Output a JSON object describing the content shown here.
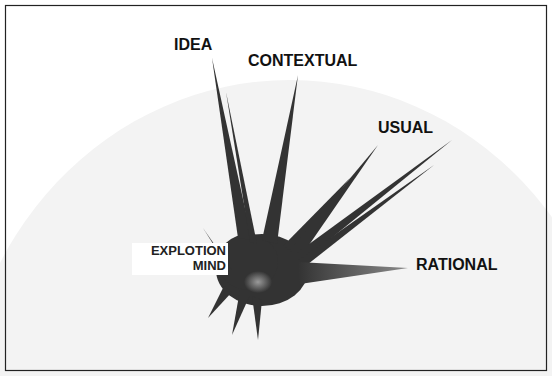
{
  "diagram": {
    "nodes": [
      {
        "text": [
          "EXPLOTION MIND"
        ]
      }
    ],
    "labels": [
      "IDEA",
      "CONTEXTUAL",
      "USUAL",
      "RATIONAL"
    ]
  }
}
